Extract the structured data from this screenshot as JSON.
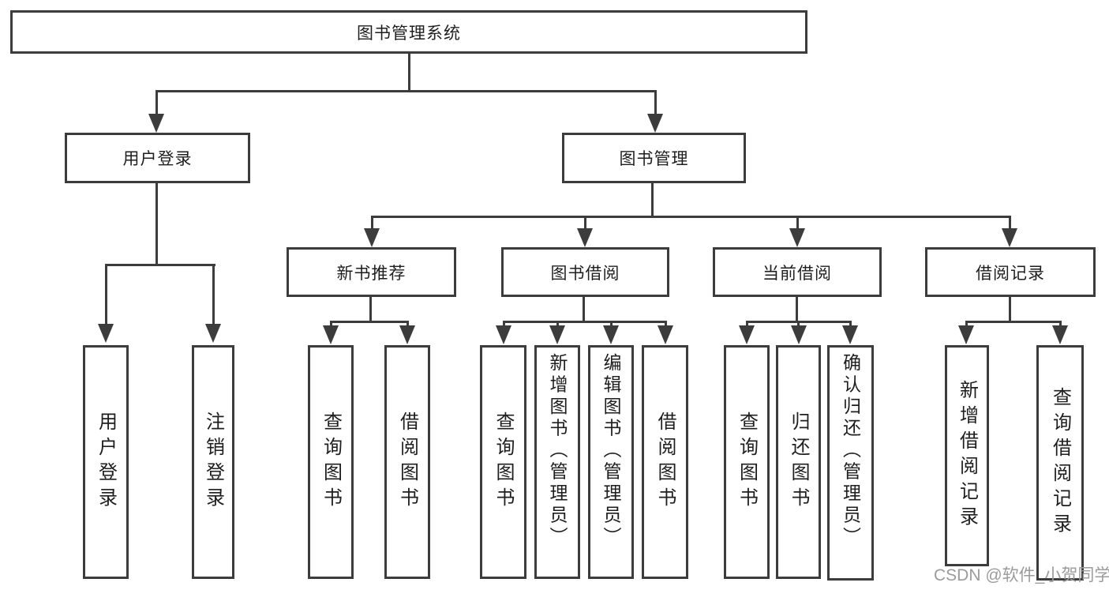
{
  "diagram": {
    "root": {
      "label": "图书管理系统"
    },
    "level2": [
      {
        "id": "user-login",
        "label": "用户登录"
      },
      {
        "id": "book-management",
        "label": "图书管理"
      }
    ],
    "level3": [
      {
        "id": "new-book-recommend",
        "label": "新书推荐"
      },
      {
        "id": "book-borrowing",
        "label": "图书借阅"
      },
      {
        "id": "current-borrowing",
        "label": "当前借阅"
      },
      {
        "id": "borrow-records",
        "label": "借阅记录"
      }
    ],
    "level4": {
      "user_login": [
        {
          "label": "用户登录"
        },
        {
          "label": "注销登录"
        }
      ],
      "new_book_recommend": [
        {
          "label": "查询图书"
        },
        {
          "label": "借阅图书"
        }
      ],
      "book_borrowing": [
        {
          "label": "查询图书"
        },
        {
          "label": "新增图书（管理员）"
        },
        {
          "label": "编辑图书（管理员）"
        },
        {
          "label": "借阅图书"
        }
      ],
      "current_borrowing": [
        {
          "label": "查询图书"
        },
        {
          "label": "归还图书"
        },
        {
          "label": "确认归还（管理员）"
        }
      ],
      "borrow_records": [
        {
          "label": "新增借阅记录"
        },
        {
          "label": "查询借阅记录"
        }
      ]
    }
  },
  "colors": {
    "line": "#3c3c3c",
    "text": "#1e1e1e",
    "watermark_gray": "#9b9b9b",
    "background": "#ffffff"
  },
  "watermark": {
    "text": "CSDN @软件_小贺同学"
  }
}
